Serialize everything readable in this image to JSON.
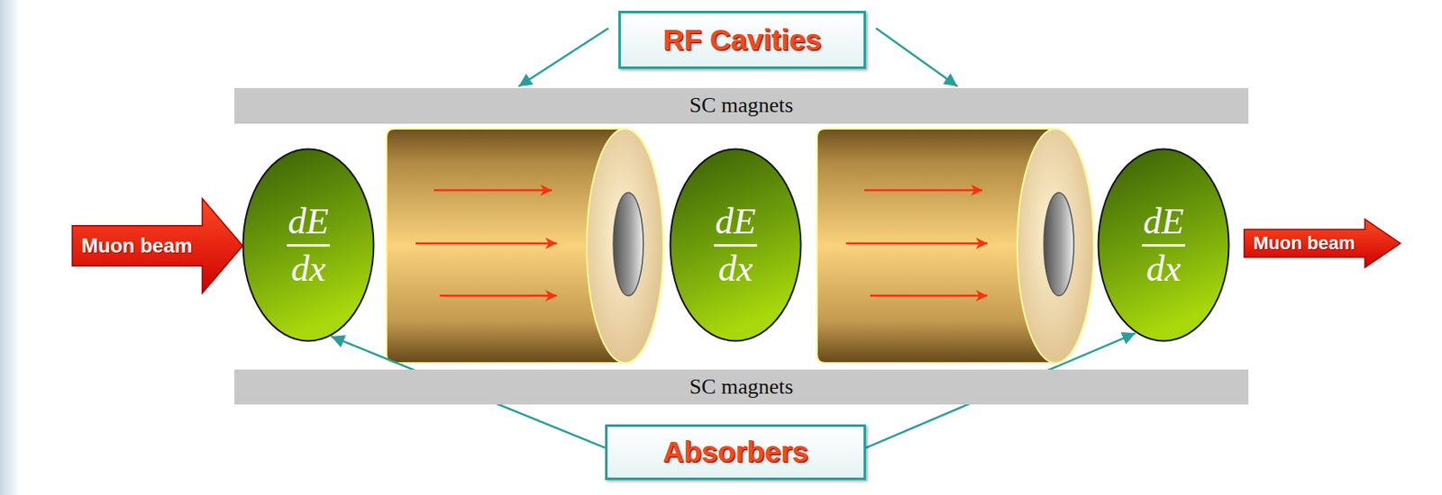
{
  "diagram": {
    "nodes": [
      {
        "text": [
          "RF Cavities"
        ]
      },
      {
        "text": [
          "SC magnets"
        ]
      },
      {
        "text": [
          "Muon beam"
        ]
      },
      {
        "text": [
          "dE",
          "dx"
        ]
      },
      {
        "text": [
          "dE",
          "dx"
        ]
      },
      {
        "text": [
          "dE",
          "dx"
        ]
      },
      {
        "text": [
          "Muon beam"
        ]
      },
      {
        "text": [
          "SC magnets"
        ]
      },
      {
        "text": [
          "Absorbers"
        ]
      }
    ],
    "edges": [
      {
        "from": 8,
        "to": 3,
        "arrow": "to"
      },
      {
        "from": 8,
        "to": 5,
        "arrow": "to"
      }
    ]
  }
}
